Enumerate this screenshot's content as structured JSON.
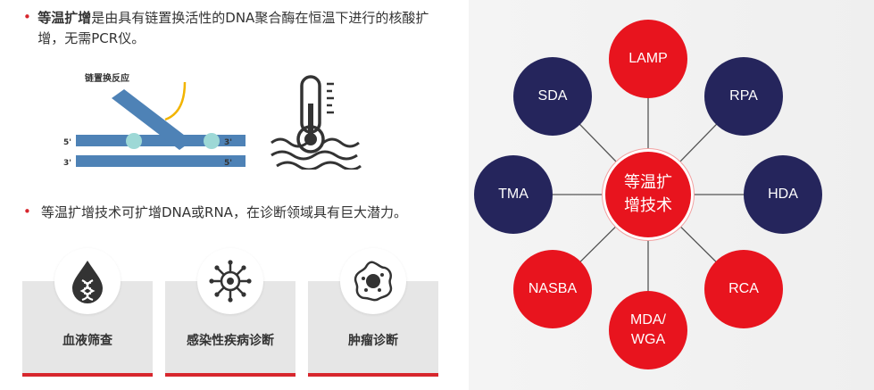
{
  "bullets": {
    "first_strong": "等温扩增",
    "first_rest": "是由具有链置换活性的DNA聚合酶在恒温下进行的核酸扩增，无需PCR仪。",
    "second": "等温扩增技术可扩增DNA或RNA，在诊断领域具有巨大潜力。"
  },
  "illustration": {
    "title": "链置换反应",
    "label_5_left": "5'",
    "label_3_left": "3'",
    "label_3_right": "3'",
    "label_5_right": "5'"
  },
  "cards": [
    {
      "label": "血液筛查",
      "icon": "blood-drop-dna-icon"
    },
    {
      "label": "感染性疾病诊断",
      "icon": "virus-icon"
    },
    {
      "label": "肿瘤诊断",
      "icon": "tumor-cell-icon"
    }
  ],
  "diagram": {
    "center": {
      "line1": "等温扩",
      "line2": "增技术"
    },
    "nodes": {
      "lamp": "LAMP",
      "rpa": "RPA",
      "hda": "HDA",
      "rca": "RCA",
      "mda_line1": "MDA/",
      "mda_line2": "WGA",
      "nasba": "NASBA",
      "tma": "TMA",
      "sda": "SDA"
    }
  },
  "colors": {
    "accent_red": "#e8141e",
    "navy": "#25255c",
    "card_gray": "#e6e6e6"
  }
}
